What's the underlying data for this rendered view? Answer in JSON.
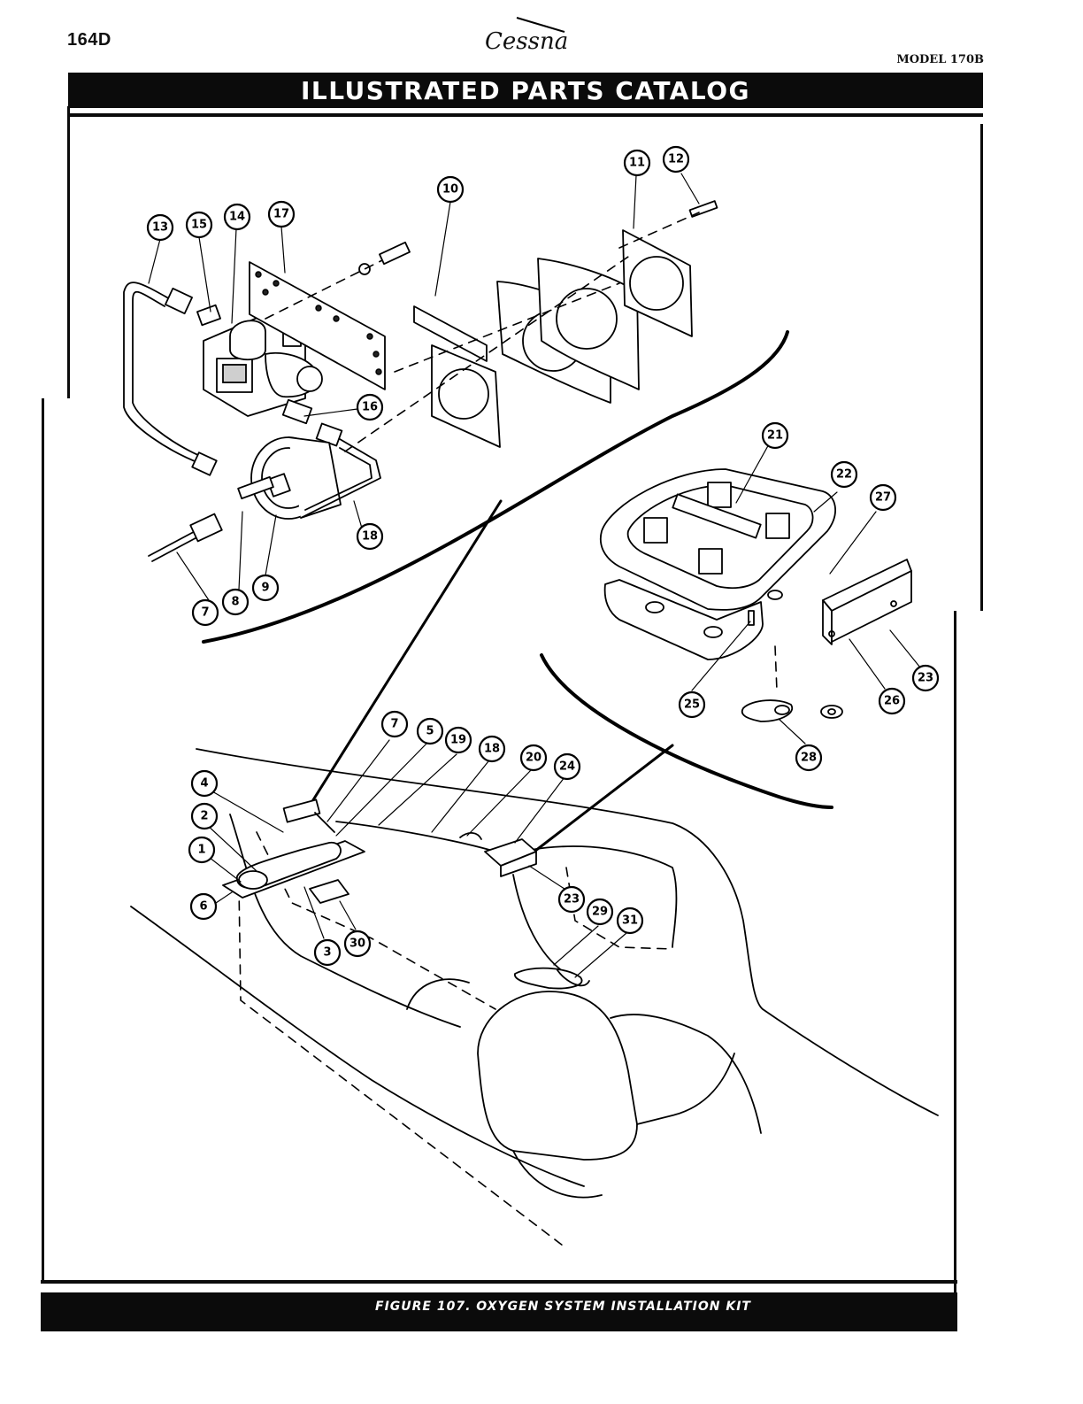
{
  "header": {
    "page_number": "164D",
    "brand": "Cessna",
    "model": "MODEL 170B",
    "title": "ILLUSTRATED PARTS CATALOG"
  },
  "figure": {
    "caption": "FIGURE 107.  OXYGEN SYSTEM INSTALLATION KIT"
  },
  "callouts": [
    "1",
    "2",
    "3",
    "4",
    "5",
    "6",
    "7",
    "8",
    "9",
    "10",
    "11",
    "12",
    "13",
    "14",
    "15",
    "16",
    "17",
    "18",
    "19",
    "20",
    "21",
    "22",
    "23",
    "24",
    "25",
    "26",
    "27",
    "28",
    "29",
    "30",
    "31"
  ]
}
